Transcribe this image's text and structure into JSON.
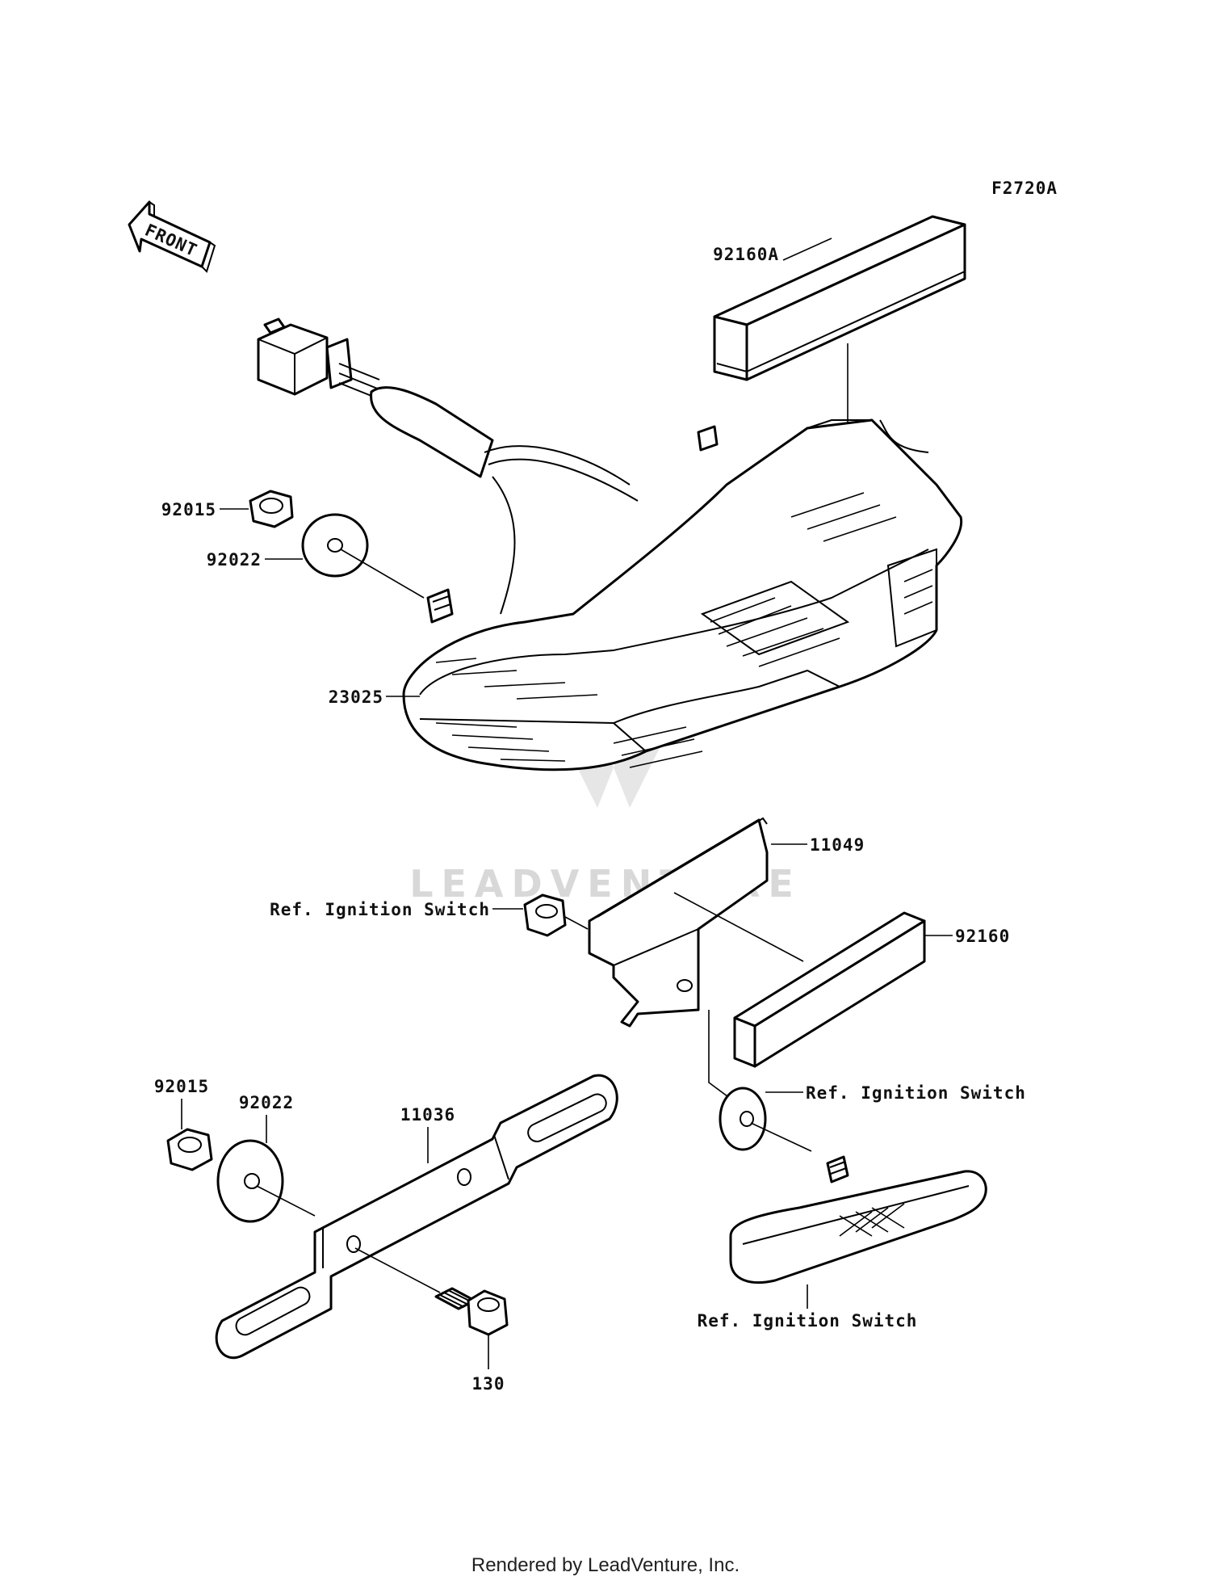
{
  "diagram": {
    "figure_code": "F2720A",
    "front_marker": "FRONT",
    "callouts": {
      "p92160A": "92160A",
      "p92015_top": "92015",
      "p92022_top": "92022",
      "p23025": "23025",
      "p11049": "11049",
      "ref_ignition_1": "Ref. Ignition Switch",
      "p92160": "92160",
      "p92015_bottom": "92015",
      "p92022_bottom": "92022",
      "p11036": "11036",
      "ref_ignition_2": "Ref. Ignition Switch",
      "ref_ignition_3": "Ref. Ignition Switch",
      "p130": "130"
    },
    "watermark": "LEADVENTURE",
    "footer": "Rendered by LeadVenture, Inc."
  }
}
